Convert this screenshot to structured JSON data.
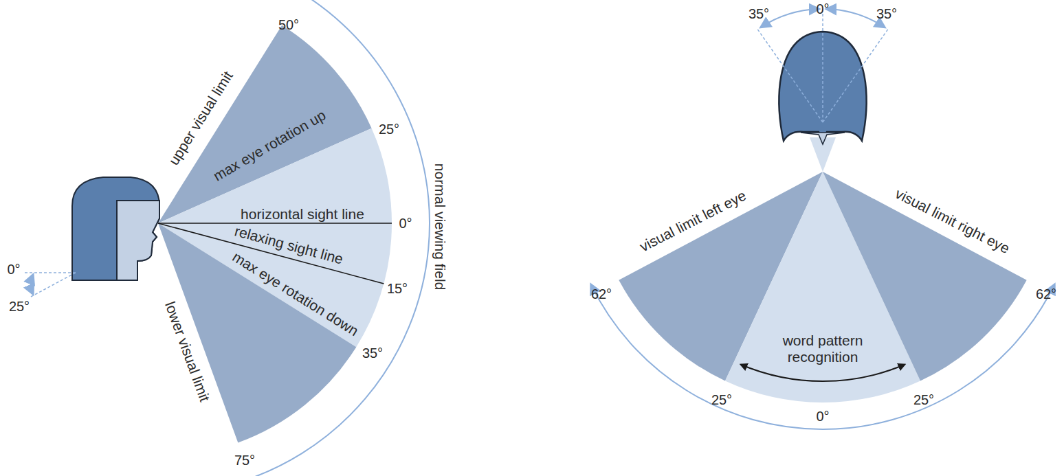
{
  "diagram": {
    "labels": [
      "50°",
      "upper visual limit",
      "max eye rotation up",
      "25°",
      "horizontal sight line",
      "0°",
      "relaxing sight line",
      "15°",
      "max eye rotation down",
      "35°",
      "lower visual limit",
      "75°",
      "normal viewing field",
      "0°",
      "25°",
      "35°",
      "0°",
      "35°",
      "visual limit left eye",
      "visual limit right eye",
      "62°",
      "62°",
      "word pattern recognition",
      "25°",
      "25°",
      "0°"
    ]
  }
}
